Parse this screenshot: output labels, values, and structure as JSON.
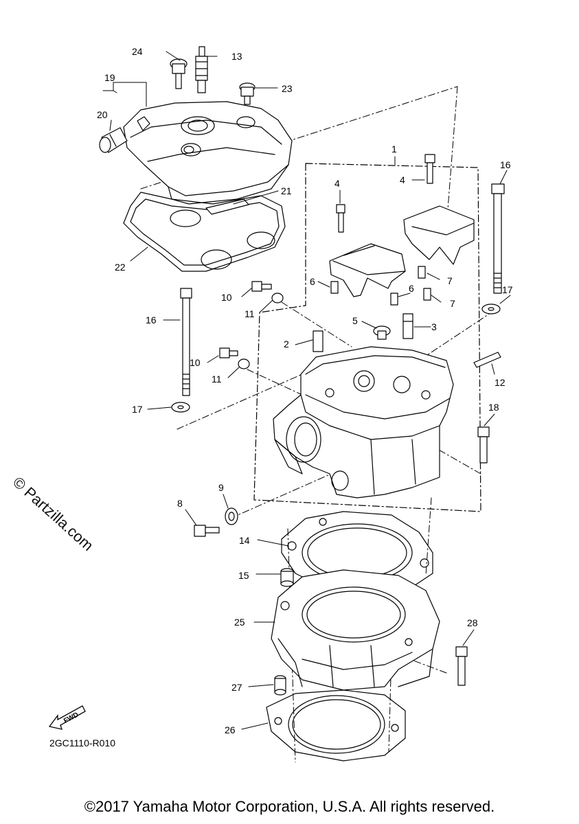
{
  "diagram": {
    "drawing_code": "2GC1110-R010",
    "copyright": "©2017 Yamaha Motor Corporation, U.S.A. All rights reserved.",
    "watermark": "© Partzilla.com",
    "fwd_label": "FWD",
    "callouts": [
      "1",
      "2",
      "3",
      "4",
      "4",
      "5",
      "6",
      "6",
      "7",
      "7",
      "8",
      "9",
      "10",
      "10",
      "11",
      "11",
      "12",
      "13",
      "14",
      "15",
      "16",
      "16",
      "17",
      "17",
      "18",
      "19",
      "20",
      "21",
      "22",
      "23",
      "24",
      "25",
      "26",
      "27",
      "28"
    ]
  }
}
